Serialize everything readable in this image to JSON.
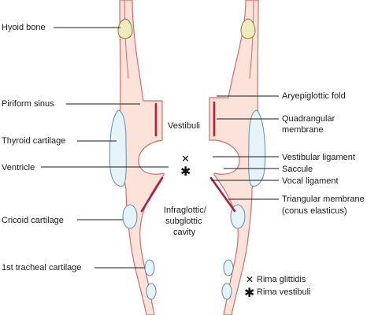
{
  "labels": {
    "hyoid_bone": "Hyoid bone",
    "piriform_sinus": "Piriform sinus",
    "thyroid_cartilage": "Thyroid cartilage",
    "ventricle": "Ventricle",
    "cricoid_cartilage": "Cricoid cartilage",
    "first_tracheal_cartilage": "1st tracheal cartilage",
    "aryepiglottic_fold": "Aryepiglottic fold",
    "quadrangular_membrane_1": "Quadrangular",
    "quadrangular_membrane_2": "membrane",
    "vestibular_ligament": "Vestibular ligament",
    "saccule": "Saccule",
    "vocal_ligament": "Vocal ligament",
    "triangular_membrane_1": "Triangular membrane",
    "triangular_membrane_2": "(conus elasticus)"
  },
  "center_labels": {
    "vestibuli": "Vestibuli",
    "infraglottic_1": "Infraglottic/",
    "infraglottic_2": "subglottic",
    "infraglottic_3": "cavity"
  },
  "legend": {
    "rima_glottidis": "Rima glittidis",
    "rima_vestibuli": "Rima vestibuli",
    "cross_symbol": "✕",
    "asterisk_symbol": "✱"
  },
  "colors": {
    "mucosa_fill": "#fbe3da",
    "mucosa_outline": "#d96b6b",
    "cartilage_fill": "#e6f3f8",
    "cartilage_outline": "#5a8fb0",
    "ligament": "#b0203a",
    "bone": "#f1ebc0"
  }
}
